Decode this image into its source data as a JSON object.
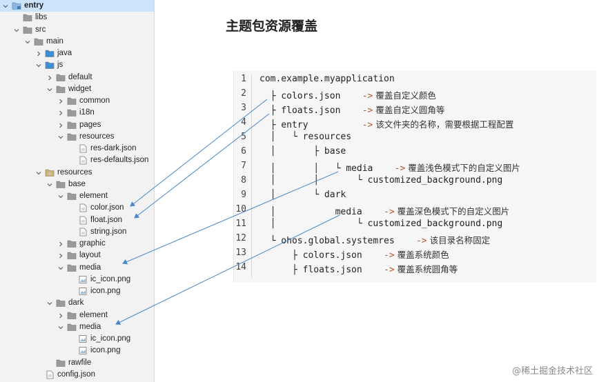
{
  "tree": [
    {
      "label": "entry",
      "depth": 0,
      "expanded": true,
      "icon": "module-folder-icon",
      "selected": true
    },
    {
      "label": "libs",
      "depth": 1,
      "expanded": null,
      "icon": "folder-icon"
    },
    {
      "label": "src",
      "depth": 1,
      "expanded": true,
      "icon": "folder-icon"
    },
    {
      "label": "main",
      "depth": 2,
      "expanded": true,
      "icon": "folder-icon"
    },
    {
      "label": "java",
      "depth": 3,
      "expanded": false,
      "icon": "source-folder-icon"
    },
    {
      "label": "js",
      "depth": 3,
      "expanded": true,
      "icon": "source-folder-icon"
    },
    {
      "label": "default",
      "depth": 4,
      "expanded": false,
      "icon": "folder-icon"
    },
    {
      "label": "widget",
      "depth": 4,
      "expanded": true,
      "icon": "folder-icon"
    },
    {
      "label": "common",
      "depth": 5,
      "expanded": false,
      "icon": "folder-icon"
    },
    {
      "label": "i18n",
      "depth": 5,
      "expanded": false,
      "icon": "folder-icon"
    },
    {
      "label": "pages",
      "depth": 5,
      "expanded": false,
      "icon": "folder-icon"
    },
    {
      "label": "resources",
      "depth": 5,
      "expanded": true,
      "icon": "folder-icon"
    },
    {
      "label": "res-dark.json",
      "depth": 6,
      "expanded": null,
      "icon": "json-file-icon"
    },
    {
      "label": "res-defaults.json",
      "depth": 6,
      "expanded": null,
      "icon": "json-file-icon"
    },
    {
      "label": "resources",
      "depth": 3,
      "expanded": true,
      "icon": "resources-folder-icon"
    },
    {
      "label": "base",
      "depth": 4,
      "expanded": true,
      "icon": "folder-icon"
    },
    {
      "label": "element",
      "depth": 5,
      "expanded": true,
      "icon": "folder-icon"
    },
    {
      "label": "color.json",
      "depth": 6,
      "expanded": null,
      "icon": "json-file-icon"
    },
    {
      "label": "float.json",
      "depth": 6,
      "expanded": null,
      "icon": "json-file-icon"
    },
    {
      "label": "string.json",
      "depth": 6,
      "expanded": null,
      "icon": "json-file-icon"
    },
    {
      "label": "graphic",
      "depth": 5,
      "expanded": false,
      "icon": "folder-icon"
    },
    {
      "label": "layout",
      "depth": 5,
      "expanded": false,
      "icon": "folder-icon"
    },
    {
      "label": "media",
      "depth": 5,
      "expanded": true,
      "icon": "folder-icon"
    },
    {
      "label": "ic_icon.png",
      "depth": 6,
      "expanded": null,
      "icon": "image-file-icon"
    },
    {
      "label": "icon.png",
      "depth": 6,
      "expanded": null,
      "icon": "image-file-icon"
    },
    {
      "label": "dark",
      "depth": 4,
      "expanded": true,
      "icon": "folder-icon"
    },
    {
      "label": "element",
      "depth": 5,
      "expanded": false,
      "icon": "folder-icon"
    },
    {
      "label": "media",
      "depth": 5,
      "expanded": true,
      "icon": "folder-icon"
    },
    {
      "label": "ic_icon.png",
      "depth": 6,
      "expanded": null,
      "icon": "image-file-icon"
    },
    {
      "label": "icon.png",
      "depth": 6,
      "expanded": null,
      "icon": "image-file-icon"
    },
    {
      "label": "rawfile",
      "depth": 4,
      "expanded": null,
      "icon": "folder-icon"
    },
    {
      "label": "config.json",
      "depth": 3,
      "expanded": null,
      "icon": "json-file-icon"
    }
  ],
  "heading": "主题包资源覆盖",
  "code_lines": [
    {
      "num": "1",
      "code": "com.example.myapplication",
      "arrow": "",
      "comment": ""
    },
    {
      "num": "2",
      "code": "  ├ colors.json    ",
      "arrow": "->",
      "comment": " 覆盖自定义颜色"
    },
    {
      "num": "3",
      "code": "  ├ floats.json    ",
      "arrow": "->",
      "comment": " 覆盖自定义圆角等"
    },
    {
      "num": "4",
      "code": "  ├ entry          ",
      "arrow": "->",
      "comment": " 该文件夹的名称，需要根据工程配置"
    },
    {
      "num": "5",
      "code": "  │   └ resources",
      "arrow": "",
      "comment": ""
    },
    {
      "num": "6",
      "code": "  │       ├ base",
      "arrow": "",
      "comment": ""
    },
    {
      "num": "7",
      "code": "  │       │   └ media    ",
      "arrow": "->",
      "comment": " 覆盖浅色模式下的自定义图片"
    },
    {
      "num": "8",
      "code": "  │       │       └ customized_background.png",
      "arrow": "",
      "comment": ""
    },
    {
      "num": "9",
      "code": "  │       └ dark",
      "arrow": "",
      "comment": ""
    },
    {
      "num": "10",
      "code": "  │           media    ",
      "arrow": "->",
      "comment": " 覆盖深色模式下的自定义图片"
    },
    {
      "num": "11",
      "code": "  │               └ customized_background.png",
      "arrow": "",
      "comment": ""
    },
    {
      "num": "12",
      "code": "  └ ohos.global.systemres    ",
      "arrow": "->",
      "comment": " 该目录名称固定"
    },
    {
      "num": "13",
      "code": "      ├ colors.json    ",
      "arrow": "->",
      "comment": " 覆盖系统颜色"
    },
    {
      "num": "14",
      "code": "      ├ floats.json    ",
      "arrow": "->",
      "comment": " 覆盖系统圆角等"
    }
  ],
  "watermark": "@稀土掘金技术社区",
  "colors": {
    "arrow": "#4a86c8",
    "folder": "#9a9a9a",
    "source_folder": "#3c8fd6",
    "selected": "#cce4fb"
  }
}
